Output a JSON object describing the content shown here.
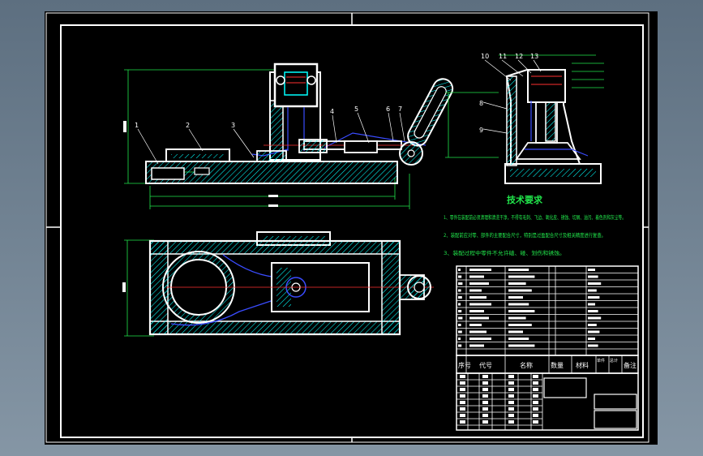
{
  "tech_requirements": {
    "title": "技术要求",
    "items": [
      "1、零件在装配前必须清理和清洗干净，不得有毛刺、飞边、氧化皮、锈蚀、切屑、油污、着色剂和灰尘等。",
      "2、装配前应对零、部件的主要配合尺寸，特别是过盈配合尺寸及相关精度进行复查。",
      "3、装配过程中零件不允许磕、碰、划伤和锈蚀。"
    ]
  },
  "part_labels": {
    "front_view": [
      "1",
      "2",
      "3",
      "4",
      "5",
      "6",
      "7"
    ],
    "side_view": [
      "10",
      "11",
      "12",
      "13",
      "8",
      "9"
    ]
  },
  "title_block": {
    "header": [
      "序号",
      "代号",
      "名称",
      "数量",
      "材料",
      "单件",
      "总计",
      "备注"
    ]
  },
  "colors": {
    "background": "#000000",
    "frame": "#ffffff",
    "part_outline": "#ffffff",
    "hatch": "#00ffff",
    "dimension": "#21e64b",
    "hidden_line": "#3a4cff",
    "section_line": "#ff3030",
    "requirements_text": "#21e64b"
  }
}
